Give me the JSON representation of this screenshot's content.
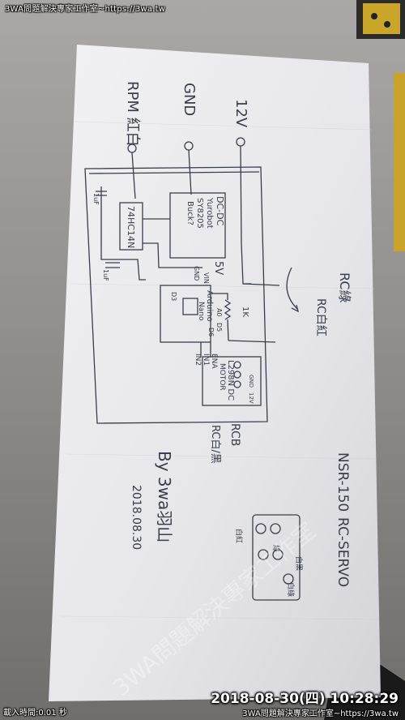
{
  "overlay": {
    "top_caption": "3WA問題解決專家工作室~https://3wa.tw",
    "load_time": "載入時間:0.01 秒",
    "timestamp": "2018-08-30(四) 10:28:29",
    "bottom_caption": "3WA問題解決專家工作室~https://3wa.tw",
    "watermark": "3WA問題解決專家工作室"
  },
  "sketch": {
    "terminals": [
      "12V",
      "GND",
      "RPM 紅白"
    ],
    "dcdc": [
      "DC-DC",
      "Yurobot",
      "SY8205",
      "Buck?"
    ],
    "ic_label": "74HC14N",
    "cap_top": "1uF",
    "cap_bottom": "1uF",
    "arduino": [
      "Arduino",
      "Nano"
    ],
    "supply_5v": "5V",
    "pin_vin": "VIN",
    "pin_gnd": "GND",
    "pin_a0": "A0",
    "pin_d3": "D3",
    "pin_d5": "D5",
    "pin_d6": "D6",
    "resistor": "1K",
    "motor_driver": [
      "L298N DC",
      "MOTOR"
    ],
    "pins_motor": [
      "ENA",
      "IN1",
      "IN2"
    ],
    "motor_side": [
      "GND",
      "12V"
    ],
    "rc_green": "RC綠",
    "rc_red_white": "RC白紅",
    "rcb": "RCB",
    "rcb_sub": "RC白/黑",
    "signature": "By 3wa羽山",
    "date": "2018.08.30",
    "nsr": "NSR-150",
    "rc_servo": "RC-SERVO",
    "servo_labels": [
      "白紅",
      "綠",
      "白黑",
      "白綠"
    ]
  },
  "colors": {
    "paper": "#e9e9ec",
    "ink": "#3a3d4a",
    "overlay": "#ffffff"
  }
}
